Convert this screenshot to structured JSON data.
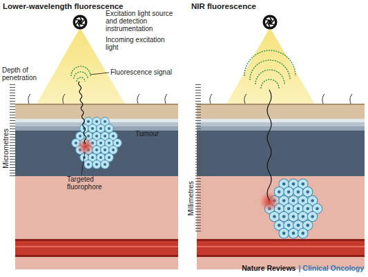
{
  "diagram": {
    "labels": [
      "Lower-wavelength fluorescence",
      "NIR fluorescence",
      "Excitation light source and detection instrumentation",
      "Incoming excitation light",
      "Fluorescence signal",
      "Depth of penetration",
      "Tumour",
      "Targeted fluorophore",
      "Micrometres",
      "Millimetres",
      "Nature Reviews",
      "| Clinical Oncology"
    ]
  }
}
